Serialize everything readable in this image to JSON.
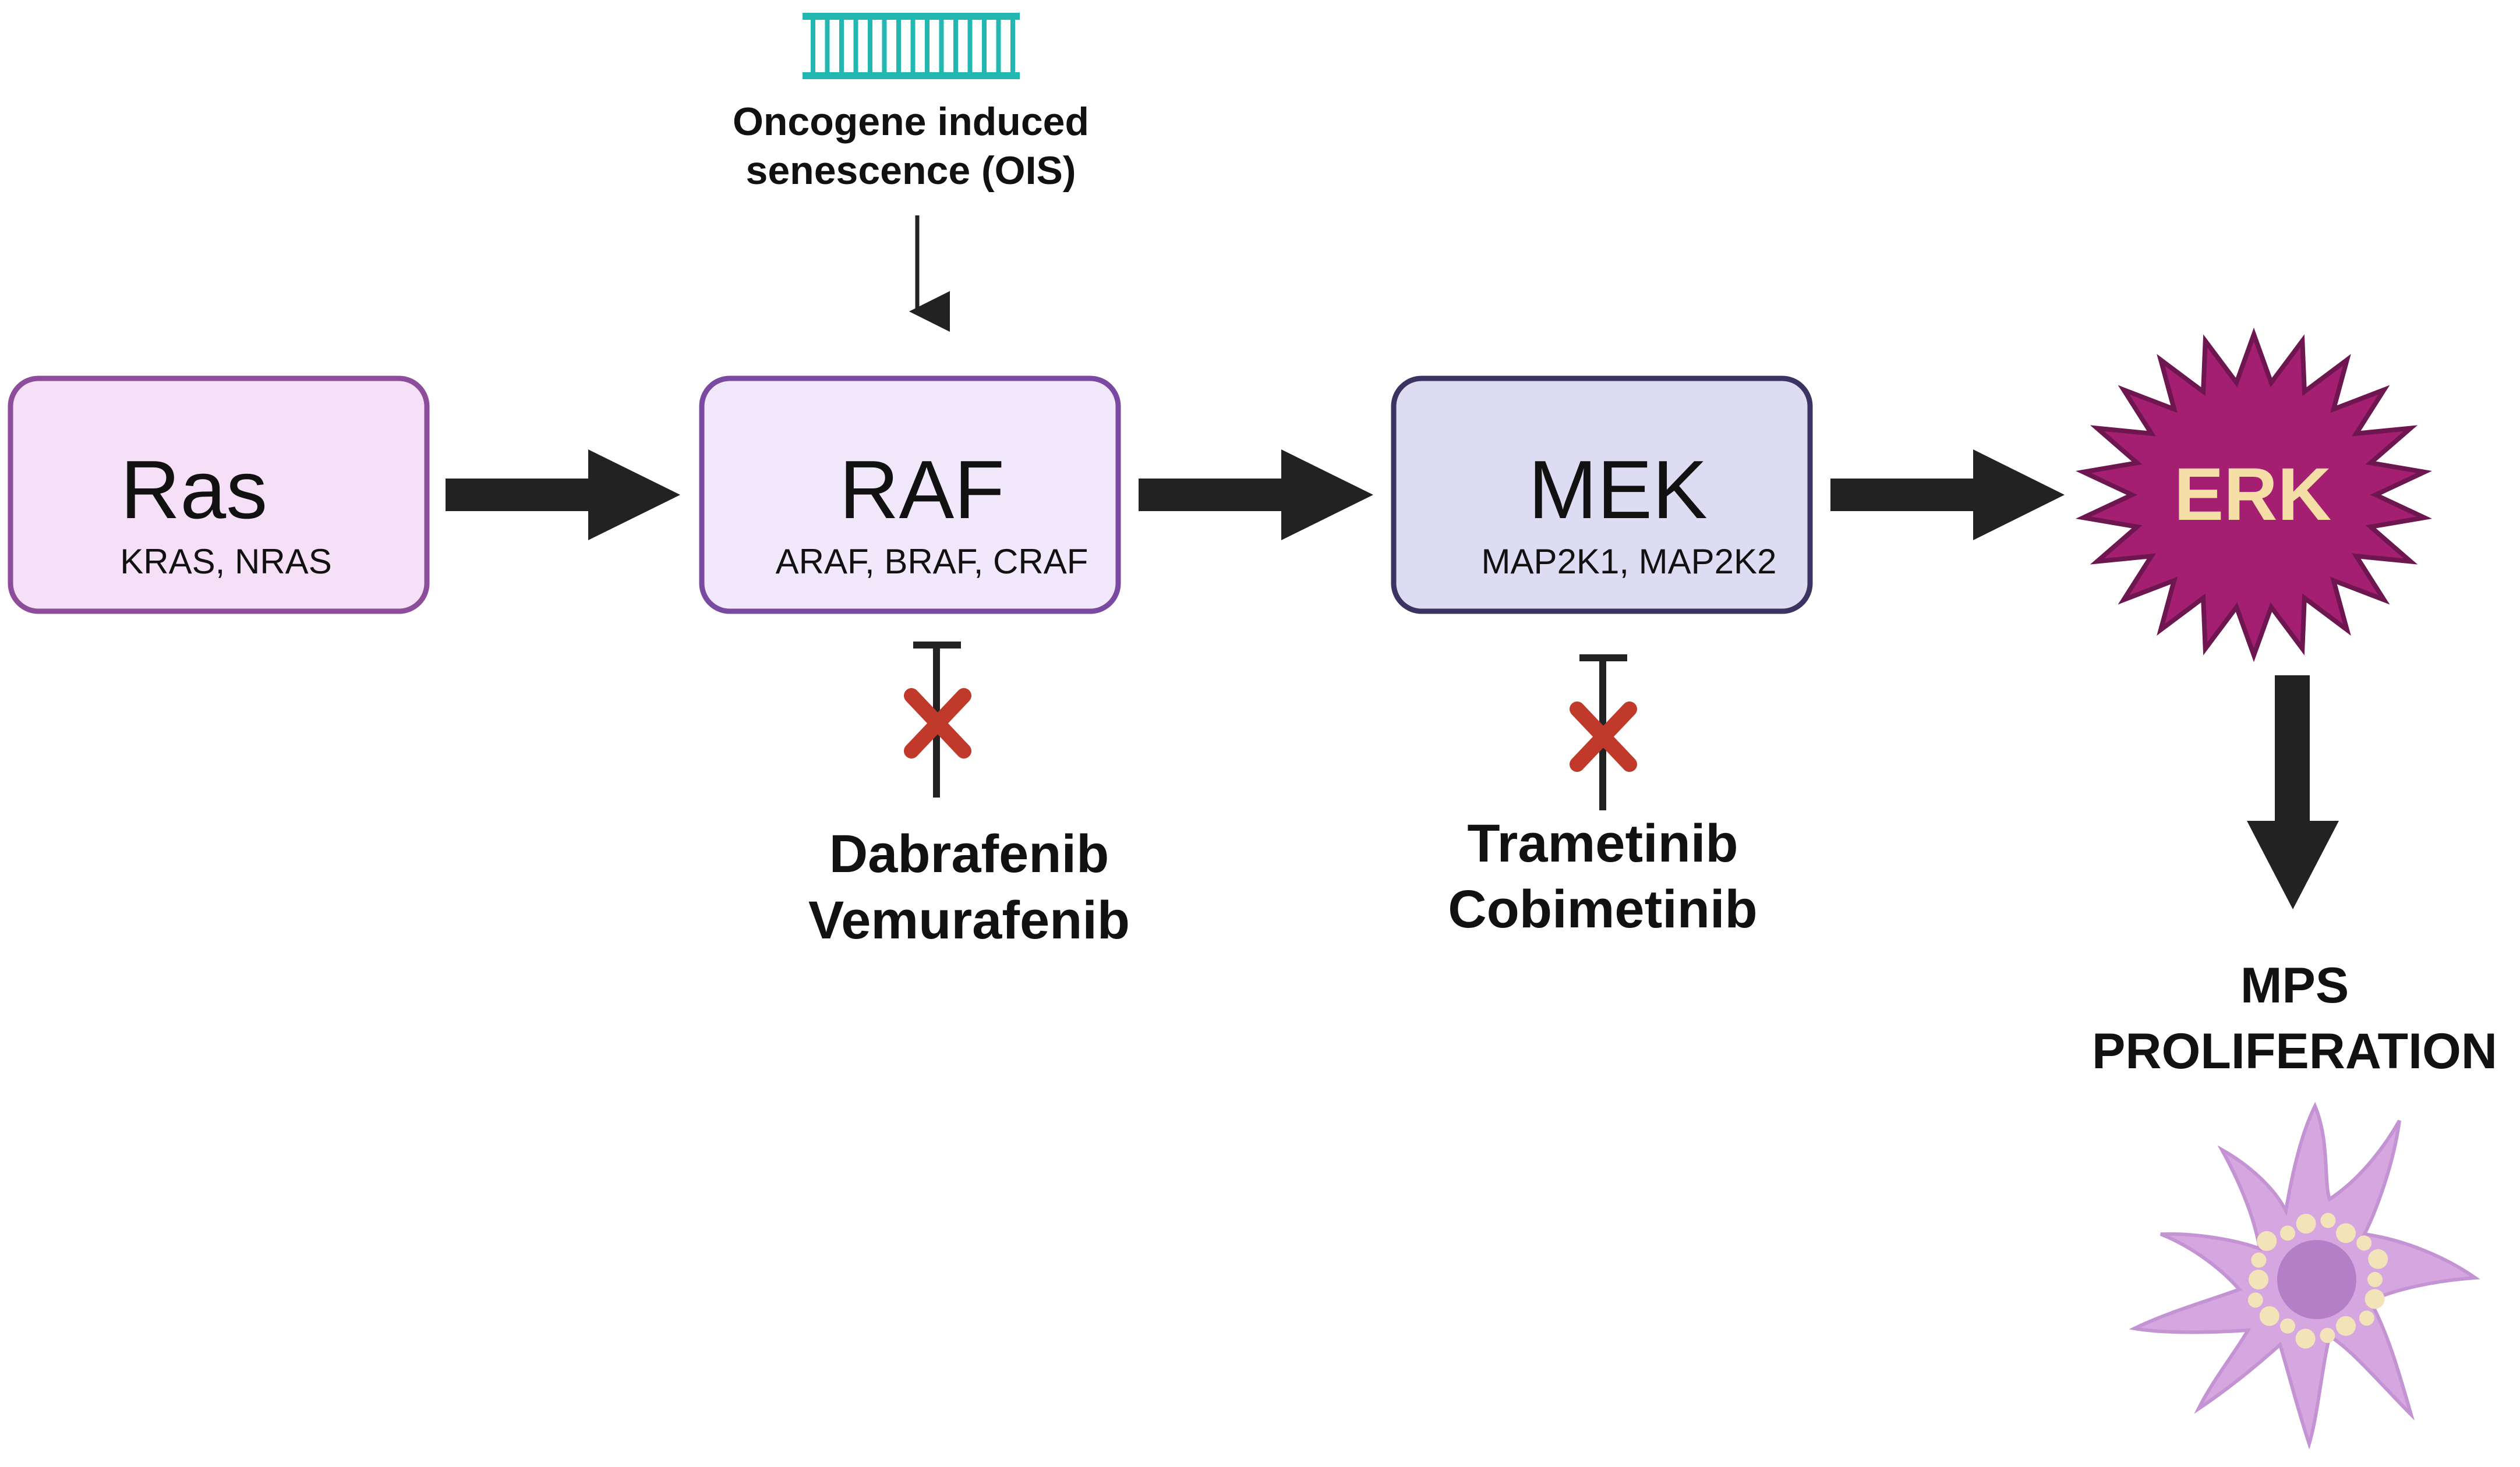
{
  "colors": {
    "ras_fill": "#f5e0f8",
    "ras_stroke": "#8e4d9a",
    "raf_fill": "#f1e9fb",
    "raf_stroke": "#7a4aa3",
    "mek_fill": "#dedcf3",
    "mek_stroke": "#3b3462",
    "erk_fill": "#a41f72",
    "erk_stroke": "#6e164f",
    "erk_text": "#f6dfa6",
    "arrow": "#222222",
    "inhibit_x": "#c0392b",
    "dna": "#22b8b1",
    "cell_body": "#d6a6e0",
    "cell_nucleus": "#b47fc7",
    "cell_granule": "#f2e4b8"
  },
  "icons": {
    "dna": "dna-ladder-icon",
    "cell": "macrophage-cell-icon"
  },
  "ois": {
    "line1": "Oncogene induced",
    "line2": "senescence (OIS)"
  },
  "nodes": {
    "ras": {
      "title": "Ras",
      "subtitle": "KRAS, NRAS"
    },
    "raf": {
      "title": "RAF",
      "subtitle": "ARAF, BRAF, CRAF"
    },
    "mek": {
      "title": "MEK",
      "subtitle": "MAP2K1, MAP2K2"
    },
    "erk": {
      "title": "ERK"
    }
  },
  "inhibitors": {
    "raf": {
      "drug1": "Dabrafenib",
      "drug2": "Vemurafenib"
    },
    "mek": {
      "drug1": "Trametinib",
      "drug2": "Cobimetinib"
    }
  },
  "outcome": {
    "line1": "MPS",
    "line2": "PROLIFERATION"
  }
}
